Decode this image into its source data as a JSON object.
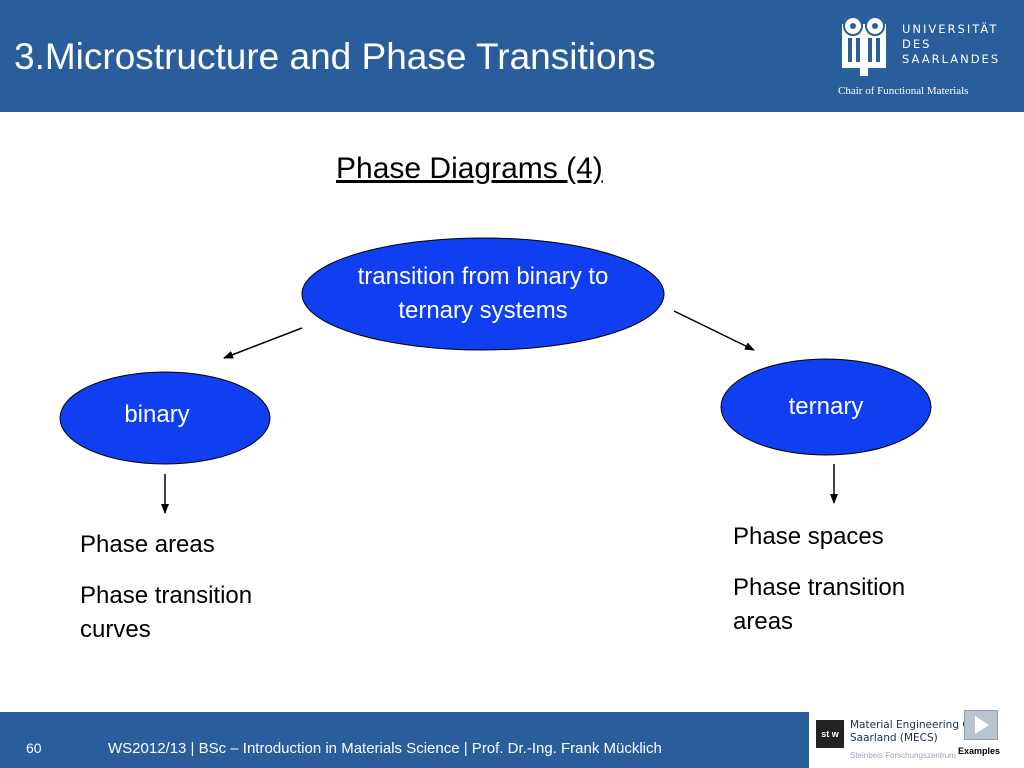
{
  "header": {
    "title": "3.Microstructure and Phase Transitions",
    "university": [
      "UNIVERSITÄT",
      "DES",
      "SAARLANDES"
    ],
    "chair": "Chair of Functional Materials"
  },
  "slide": {
    "heading": "Phase Diagrams (4)",
    "root_node": [
      "transition from binary to",
      "ternary systems"
    ],
    "left_node": "binary",
    "right_node": "ternary",
    "left_items": [
      "Phase areas",
      "Phase transition",
      "curves"
    ],
    "right_items": [
      "Phase spaces",
      "Phase transition",
      "areas"
    ]
  },
  "footer": {
    "page_number": "60",
    "text": "WS2012/13 | BSc – Introduction in Materials Science | Prof. Dr.-Ing. Frank Mücklich",
    "mecs_logo": "st w",
    "mecs_lines": [
      "Material Engineering Center",
      "Saarland (MECS)"
    ],
    "mecs_sub": "Steinbeis Forschungszentrum",
    "examples_label": "Examples"
  },
  "colors": {
    "brand_blue": "#2a5d9c",
    "node_fill": "#0f3ff0"
  }
}
